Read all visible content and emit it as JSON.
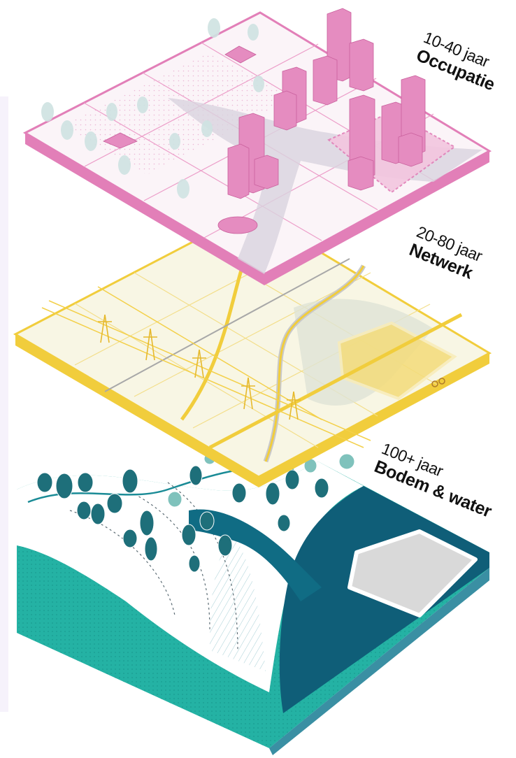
{
  "layers": [
    {
      "id": "occupatie",
      "years": "10-40 jaar",
      "name": "Occupatie",
      "color": "#e07bb6"
    },
    {
      "id": "netwerk",
      "years": "20-80 jaar",
      "name": "Netwerk",
      "color": "#f3d04a"
    },
    {
      "id": "bodem",
      "years": "100+ jaar",
      "name": "Bodem & water",
      "color": "#2bb5aa"
    }
  ],
  "colors": {
    "pink_edge": "#e27fb8",
    "pink_top": "#f7eef5",
    "pink_building": "#e58cc0",
    "yellow_edge": "#f1cd3c",
    "yellow_top": "#f7f4dc",
    "teal_side": "#25b3a6",
    "teal_water": "#10607a",
    "teal_tree": "#1f6f7a"
  }
}
